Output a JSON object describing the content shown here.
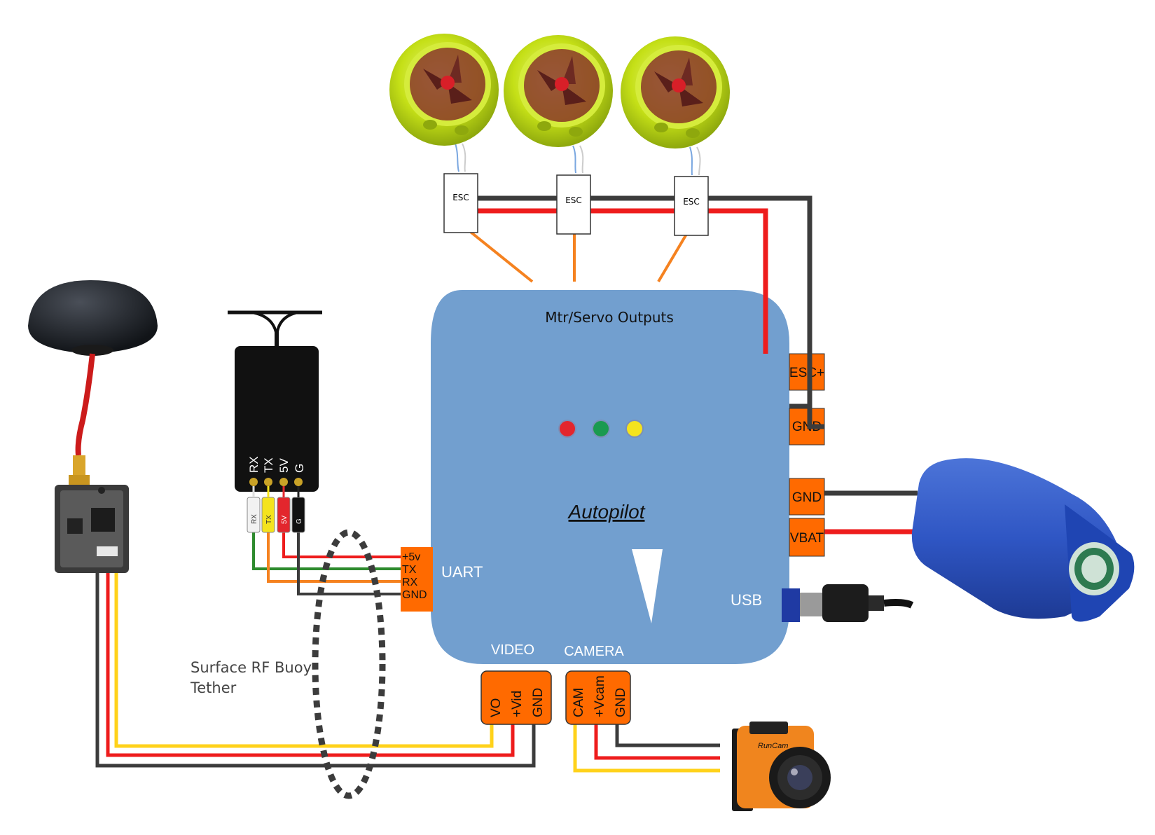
{
  "board": {
    "title": "Autopilot",
    "outputs_label": "Mtr/Servo Outputs",
    "uart_label": "UART",
    "usb_label": "USB",
    "video_label": "VIDEO",
    "camera_label": "CAMERA",
    "esc_plus": "ESC+",
    "gnd_top": "GND",
    "gnd_batt": "GND",
    "vbat": "VBAT",
    "board_color": "#729fcf",
    "pad_color": "#ff6a00",
    "led_colors": [
      "#e3262d",
      "#1a9a4f",
      "#f4e31d"
    ]
  },
  "uart_pins": [
    "+5v",
    "TX",
    "RX",
    "GND"
  ],
  "video_pins": [
    "VO",
    "+Vid",
    "GND"
  ],
  "camera_pins": [
    "CAM",
    "+Vcam",
    "GND"
  ],
  "esc_labels": [
    "ESC",
    "ESC",
    "ESC"
  ],
  "receiver": {
    "pin_labels": [
      "RX",
      "TX",
      "5V",
      "G"
    ],
    "plug_labels": [
      "RX",
      "TX",
      "5V",
      "G"
    ]
  },
  "tether_label_line1": "Surface RF Buoy",
  "tether_label_line2": "Tether",
  "camera_brand": "RunCam",
  "wire_colors": {
    "power": "#ee1c1c",
    "ground": "#3c3c3c",
    "signal": "#f58220",
    "video": "#ffd21a",
    "tx": "#2e8b2e"
  }
}
